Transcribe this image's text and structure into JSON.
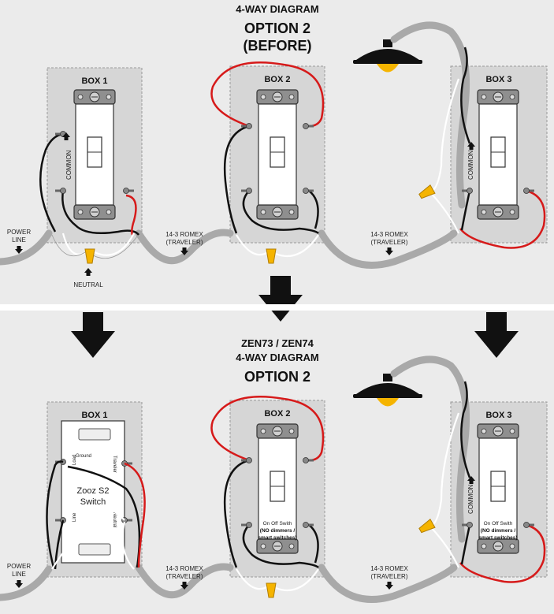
{
  "top": {
    "title_line1": "4-WAY DIAGRAM",
    "title_line2": "OPTION 2",
    "title_line3": "(BEFORE)"
  },
  "bottom": {
    "title_line1": "ZEN73 / ZEN74",
    "title_line2": "4-WAY DIAGRAM",
    "title_line3": "OPTION 2"
  },
  "boxes": {
    "box1": "BOX 1",
    "box2": "BOX 2",
    "box3": "BOX 3"
  },
  "labels": {
    "power_line_1": "POWER",
    "power_line_2": "LINE",
    "romex_1": "14-3 ROMEX",
    "romex_2": "(TRAVELER)",
    "neutral": "NEUTRAL",
    "common": "COMMON"
  },
  "zooz": {
    "name_line1": "Zooz S2",
    "name_line2": "Switch",
    "ground": "Ground",
    "traveler": "Traveler",
    "neutral": "Neutral",
    "load": "Load",
    "line": "Line"
  },
  "on_off": {
    "line1": "On Off Swith",
    "line2": "(NO dimmers /",
    "line3": "smart switches)"
  },
  "colors": {
    "background": "#ebebeb",
    "box": "#d6d6d6",
    "cable": "#a9a9a9",
    "hot": "#111111",
    "traveler": "#d61a1a",
    "neutral": "#ffffff",
    "wire_nut": "#f5b400",
    "bulb": "#f5b400"
  }
}
